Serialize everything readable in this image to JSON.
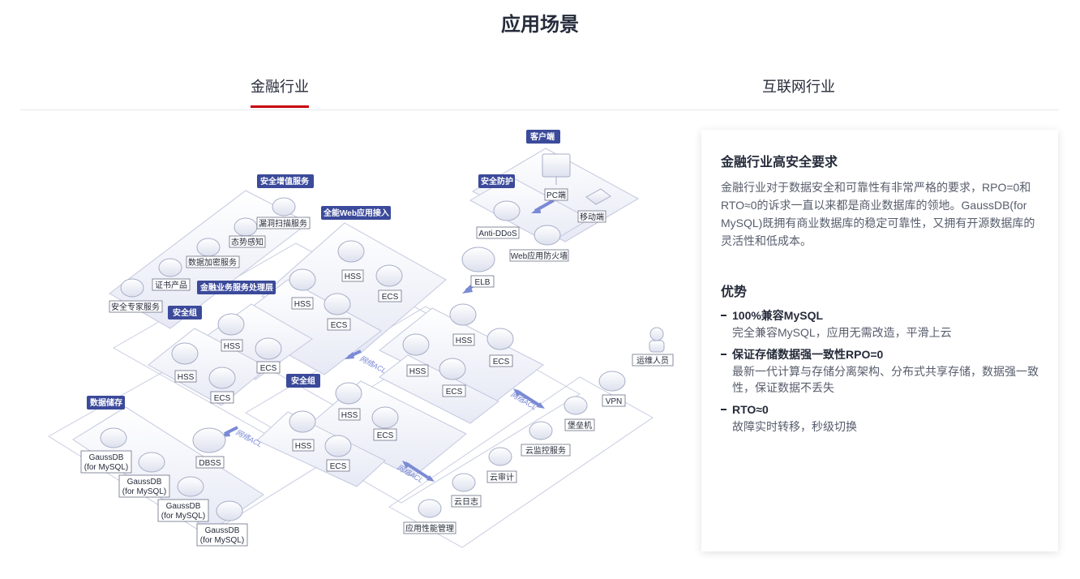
{
  "page_title": "应用场景",
  "tabs": [
    {
      "label": "金融行业",
      "active": true
    },
    {
      "label": "互联网行业",
      "active": false
    }
  ],
  "accent_color": "#c7000b",
  "diagram": {
    "group_labels": {
      "client": "客户端",
      "security_protect": "安全防护",
      "value_added": "安全增值服务",
      "web_access": "全能Web应用接入",
      "finance_layer": "金融业务服务处理层",
      "security_group_1": "安全组",
      "security_group_2": "安全组",
      "storage": "数据储存"
    },
    "nodes": {
      "pc": "PC端",
      "mobile": "移动端",
      "anti_ddos": "Anti-DDoS",
      "waf": "Web应用防火墙",
      "elb": "ELB",
      "vuln_scan": "漏洞扫描服务",
      "situation": "态势感知",
      "encrypt": "数据加密服务",
      "cert": "证书产品",
      "expert": "安全专家服务",
      "hss": "HSS",
      "ecs": "ECS",
      "ops": "运维人员",
      "vpn": "VPN",
      "bastion": "堡垒机",
      "cloud_monitor": "云监控服务",
      "cloud_audit": "云审计",
      "cloud_log": "云日志",
      "apm": "应用性能管理",
      "dbss": "DBSS",
      "gauss_line1": "GaussDB",
      "gauss_line2": "(for MySQL)"
    },
    "acl_label": "网络ACL"
  },
  "card": {
    "title": "金融行业高安全要求",
    "desc": "金融行业对于数据安全和可靠性有非常严格的要求，RPO=0和RTO≈0的诉求一直以来都是商业数据库的领地。GaussDB(for MySQL)既拥有商业数据库的稳定可靠性，又拥有开源数据库的灵活性和低成本。",
    "adv_title": "优势",
    "advantages": [
      {
        "title": "100%兼容MySQL",
        "text": "完全兼容MySQL，应用无需改造，平滑上云"
      },
      {
        "title": "保证存储数据强一致性RPO=0",
        "text": "最新一代计算与存储分离架构、分布式共享存储，数据强一致性，保证数据不丢失"
      },
      {
        "title": "RTO≈0",
        "text": "故障实时转移，秒级切换"
      }
    ]
  }
}
